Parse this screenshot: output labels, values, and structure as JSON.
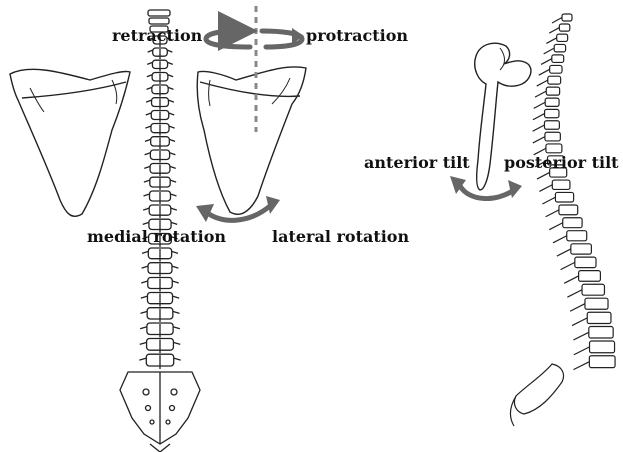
{
  "labels": {
    "retraction": "retraction",
    "protraction": "protraction",
    "medial_rotation": "medial rotation",
    "lateral_rotation": "lateral rotation",
    "anterior_tilt": "anterior tilt",
    "posterior_tilt": "posterior tilt"
  },
  "colors": {
    "line_art": "#222222",
    "arrow": "#666666",
    "dashed_axis": "#888888",
    "label_text": "#111111",
    "background": "#ffffff"
  }
}
